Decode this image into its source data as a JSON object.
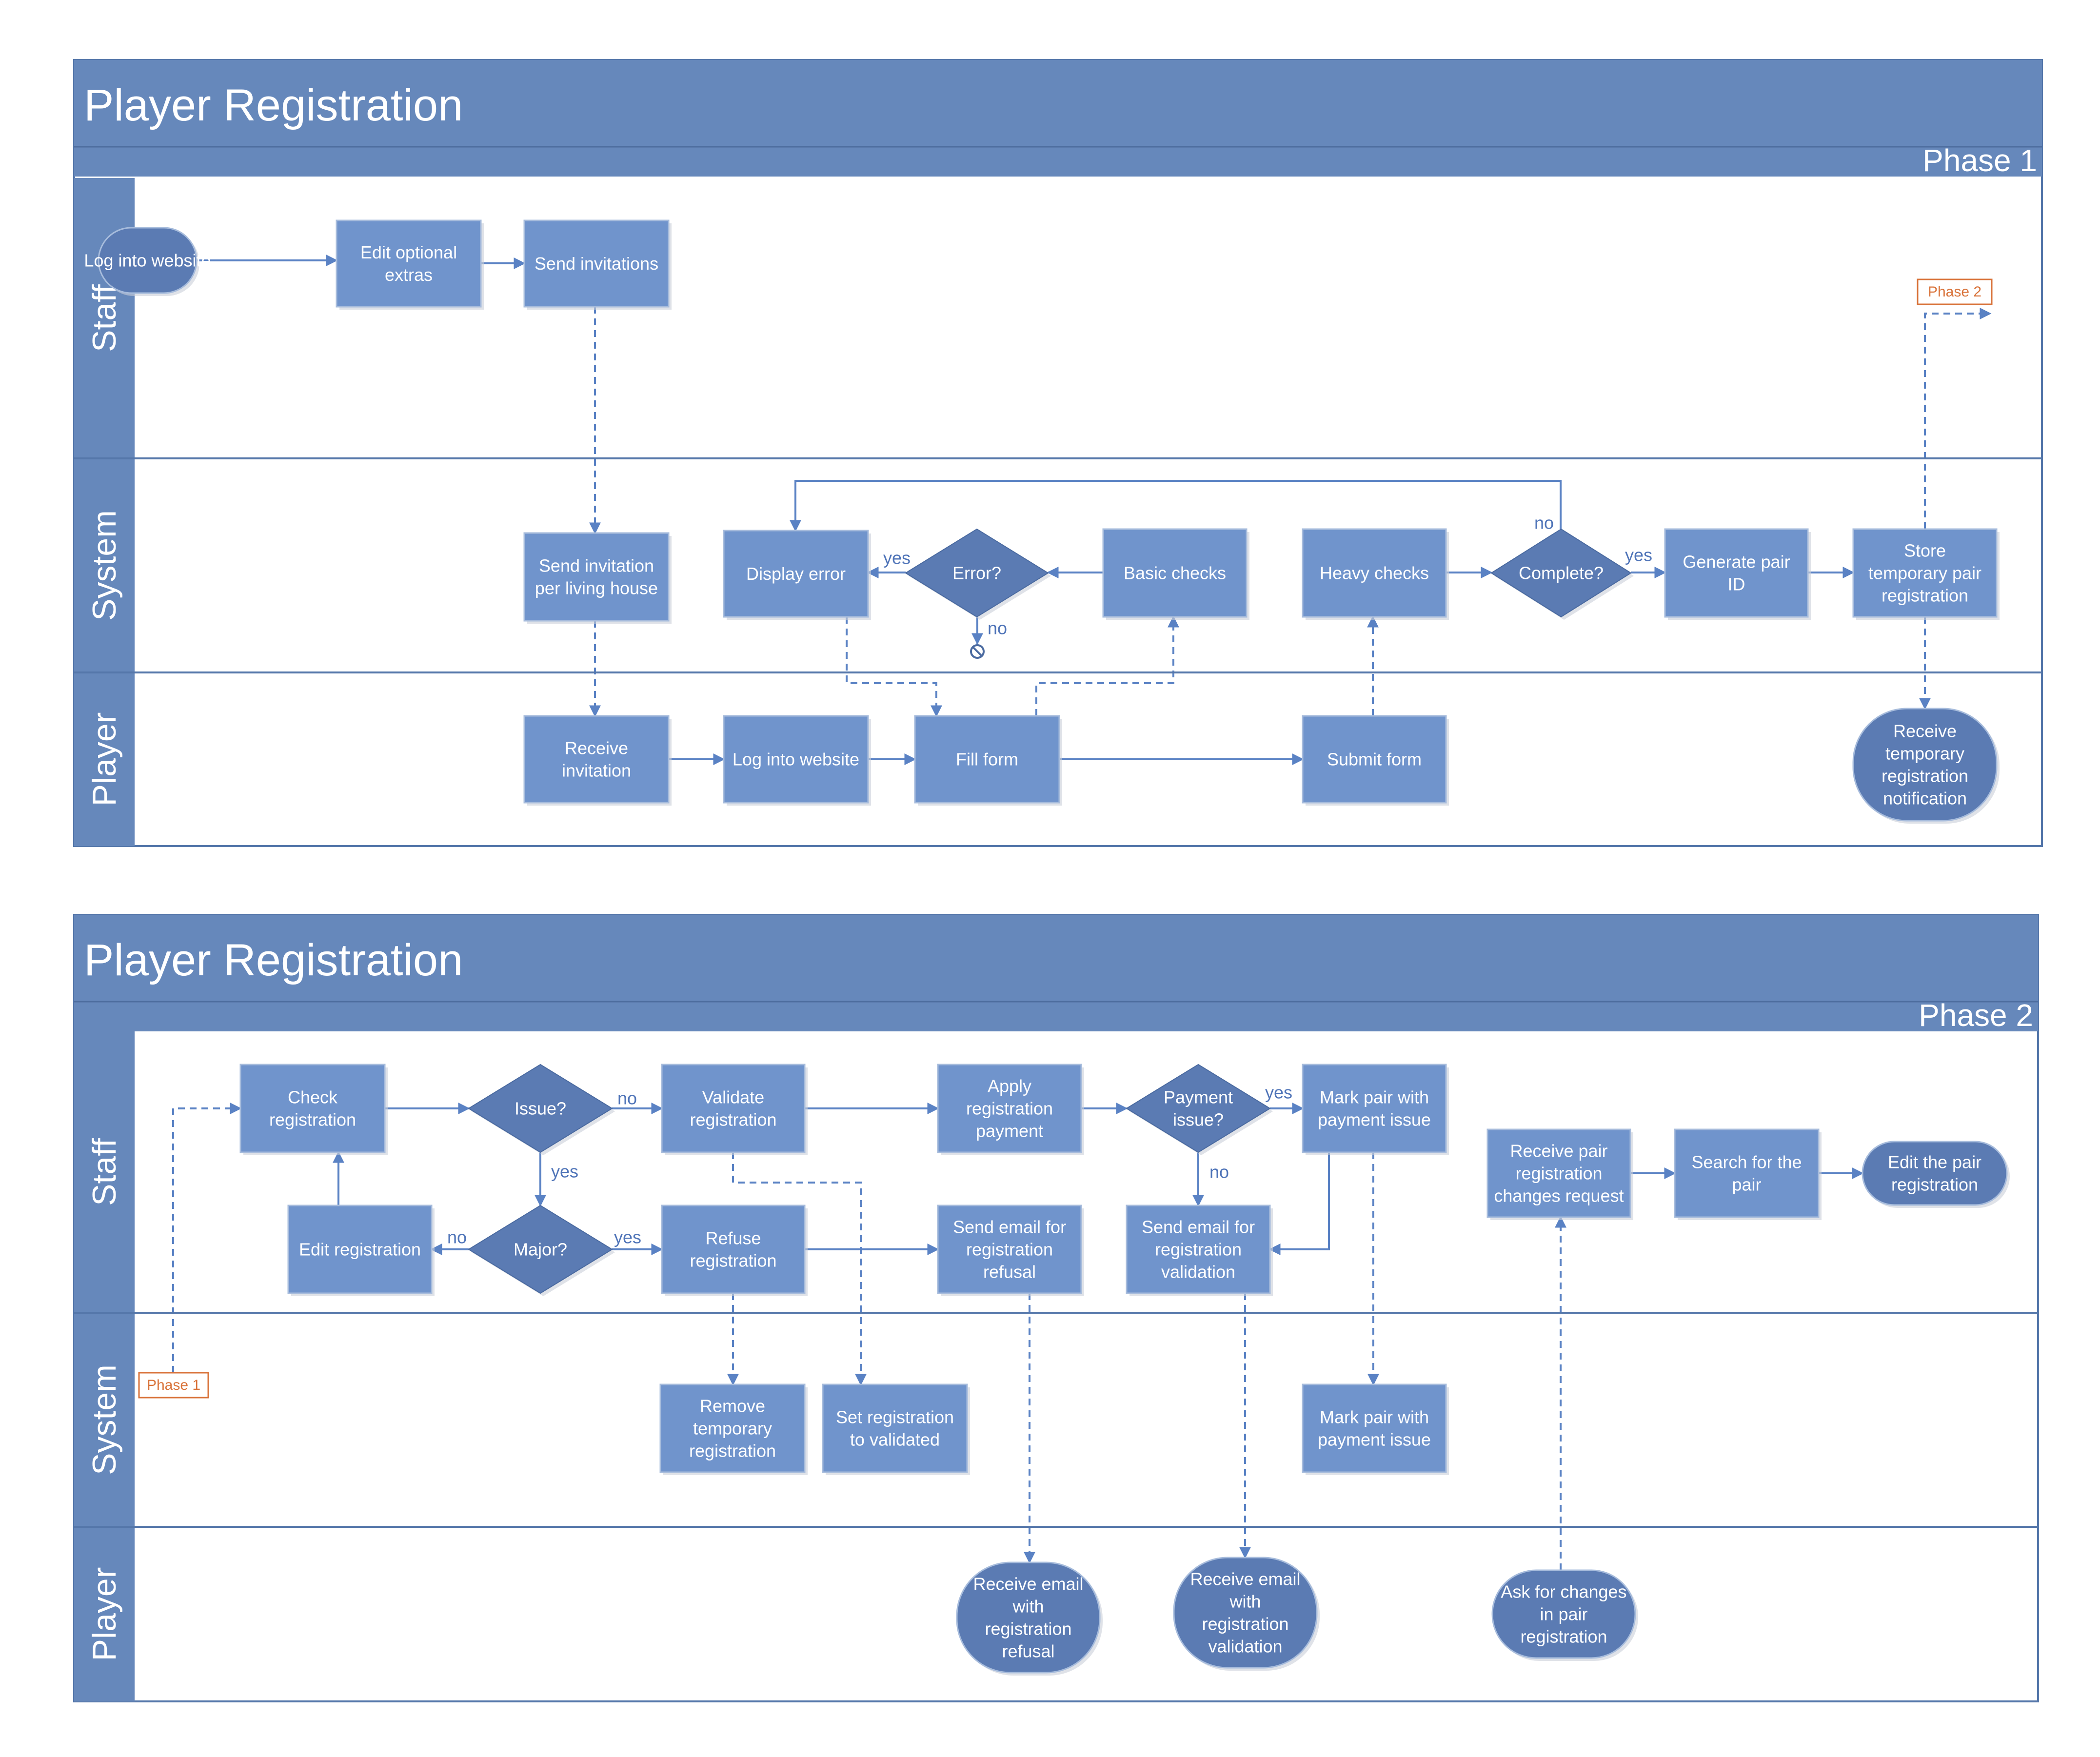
{
  "colors": {
    "header": "#6688bb",
    "lane_label": "#6688bb",
    "node_fill": "#7094cc",
    "node_stroke": "#a7bcdc",
    "node_text": "#ffffff",
    "edge": "#5a82c4",
    "edge_text": "#4f74b8",
    "lane_line": "#5577aa",
    "ref_box": "#d9733a"
  },
  "icons": {
    "end_marker": "stop-circle-icon"
  },
  "diagrams": [
    {
      "title": "Player Registration",
      "phase": "Phase 1",
      "lanes": [
        "Staff",
        "System",
        "Player"
      ],
      "nodes": [
        {
          "id": "p1_login",
          "text": [
            "Log into website"
          ],
          "shape": "rounded"
        },
        {
          "id": "p1_extras",
          "text": [
            "Edit optional",
            "extras"
          ],
          "shape": "rect"
        },
        {
          "id": "p1_sendinv",
          "text": [
            "Send invitations"
          ],
          "shape": "rect"
        },
        {
          "id": "p1_ref",
          "text": [
            "Phase 2"
          ],
          "shape": "ref"
        },
        {
          "id": "p1_sendhouse",
          "text": [
            "Send invitation",
            "per living house"
          ],
          "shape": "rect"
        },
        {
          "id": "p1_disperr",
          "text": [
            "Display error"
          ],
          "shape": "rect"
        },
        {
          "id": "p1_error",
          "text": [
            "Error?"
          ],
          "shape": "diamond"
        },
        {
          "id": "p1_basic",
          "text": [
            "Basic checks"
          ],
          "shape": "rect"
        },
        {
          "id": "p1_heavy",
          "text": [
            "Heavy checks"
          ],
          "shape": "rect"
        },
        {
          "id": "p1_complete",
          "text": [
            "Complete?"
          ],
          "shape": "diamond"
        },
        {
          "id": "p1_genid",
          "text": [
            "Generate pair",
            "ID"
          ],
          "shape": "rect"
        },
        {
          "id": "p1_store",
          "text": [
            "Store",
            "temporary pair",
            "registration"
          ],
          "shape": "rect"
        },
        {
          "id": "p1_recvinv",
          "text": [
            "Receive",
            "invitation"
          ],
          "shape": "rect"
        },
        {
          "id": "p1_login2",
          "text": [
            "Log into website"
          ],
          "shape": "rect"
        },
        {
          "id": "p1_fill",
          "text": [
            "Fill form"
          ],
          "shape": "rect"
        },
        {
          "id": "p1_submit",
          "text": [
            "Submit form"
          ],
          "shape": "rect"
        },
        {
          "id": "p1_recvtemp",
          "text": [
            "Receive",
            "temporary",
            "registration",
            "notification"
          ],
          "shape": "rounded"
        }
      ],
      "edge_labels": [
        {
          "id": "p1_l_yes1",
          "text": "yes"
        },
        {
          "id": "p1_l_no1",
          "text": "no"
        },
        {
          "id": "p1_l_no2",
          "text": "no"
        },
        {
          "id": "p1_l_yes2",
          "text": "yes"
        }
      ]
    },
    {
      "title": "Player Registration",
      "phase": "Phase 2",
      "lanes": [
        "Staff",
        "System",
        "Player"
      ],
      "nodes": [
        {
          "id": "p2_check",
          "text": [
            "Check",
            "registration"
          ],
          "shape": "rect"
        },
        {
          "id": "p2_issue",
          "text": [
            "Issue?"
          ],
          "shape": "diamond"
        },
        {
          "id": "p2_validate",
          "text": [
            "Validate",
            "registration"
          ],
          "shape": "rect"
        },
        {
          "id": "p2_apply",
          "text": [
            "Apply",
            "registration",
            "payment"
          ],
          "shape": "rect"
        },
        {
          "id": "p2_payissue",
          "text": [
            "Payment",
            "issue?"
          ],
          "shape": "diamond"
        },
        {
          "id": "p2_markpay",
          "text": [
            "Mark pair with",
            "payment issue"
          ],
          "shape": "rect"
        },
        {
          "id": "p2_recvchg",
          "text": [
            "Receive pair",
            "registration",
            "changes request"
          ],
          "shape": "rect"
        },
        {
          "id": "p2_search",
          "text": [
            "Search for the",
            "pair"
          ],
          "shape": "rect"
        },
        {
          "id": "p2_editpair",
          "text": [
            "Edit the pair",
            "registration"
          ],
          "shape": "rounded"
        },
        {
          "id": "p2_editreg",
          "text": [
            "Edit registration"
          ],
          "shape": "rect"
        },
        {
          "id": "p2_major",
          "text": [
            "Major?"
          ],
          "shape": "diamond"
        },
        {
          "id": "p2_refuse",
          "text": [
            "Refuse",
            "registration"
          ],
          "shape": "rect"
        },
        {
          "id": "p2_emailref",
          "text": [
            "Send email for",
            "registration",
            "refusal"
          ],
          "shape": "rect"
        },
        {
          "id": "p2_emailval",
          "text": [
            "Send email for",
            "registration",
            "validation"
          ],
          "shape": "rect"
        },
        {
          "id": "p2_ref",
          "text": [
            "Phase 1"
          ],
          "shape": "ref"
        },
        {
          "id": "p2_remove",
          "text": [
            "Remove",
            "temporary",
            "registration"
          ],
          "shape": "rect"
        },
        {
          "id": "p2_setval",
          "text": [
            "Set registration",
            "to validated"
          ],
          "shape": "rect"
        },
        {
          "id": "p2_markpay2",
          "text": [
            "Mark pair with",
            "payment issue"
          ],
          "shape": "rect"
        },
        {
          "id": "p2_recvref",
          "text": [
            "Receive email",
            "with",
            "registration",
            "refusal"
          ],
          "shape": "rounded"
        },
        {
          "id": "p2_recvval",
          "text": [
            "Receive email",
            "with",
            "registration",
            "validation"
          ],
          "shape": "rounded"
        },
        {
          "id": "p2_askchg",
          "text": [
            "Ask for changes",
            "in pair",
            "registration"
          ],
          "shape": "rounded"
        }
      ],
      "edge_labels": [
        {
          "id": "p2_l_no1",
          "text": "no"
        },
        {
          "id": "p2_l_yes1",
          "text": "yes"
        },
        {
          "id": "p2_l_no2",
          "text": "no"
        },
        {
          "id": "p2_l_yes2",
          "text": "yes"
        },
        {
          "id": "p2_l_yes3",
          "text": "yes"
        },
        {
          "id": "p2_l_no3",
          "text": "no"
        }
      ]
    }
  ]
}
